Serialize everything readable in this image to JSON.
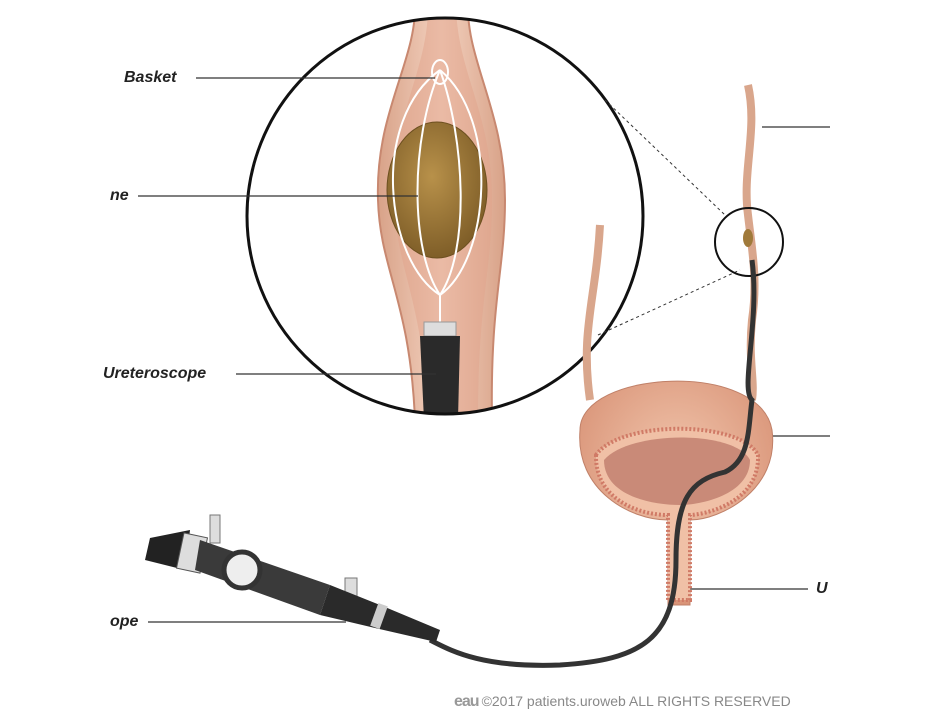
{
  "labels": {
    "basket": "Basket",
    "stone": "ne",
    "ureteroscope_zoom": "Ureteroscope",
    "scope": "ope",
    "urethra": "U"
  },
  "footer": {
    "logo": "eau",
    "copyright": "©2017 patients.uroweb ALL RIGHTS RESERVED"
  },
  "colors": {
    "tissue": "#e9b9a0",
    "tissue_dark": "#c98a70",
    "stone": "#a07a3a",
    "scope": "#2a2a2a"
  }
}
